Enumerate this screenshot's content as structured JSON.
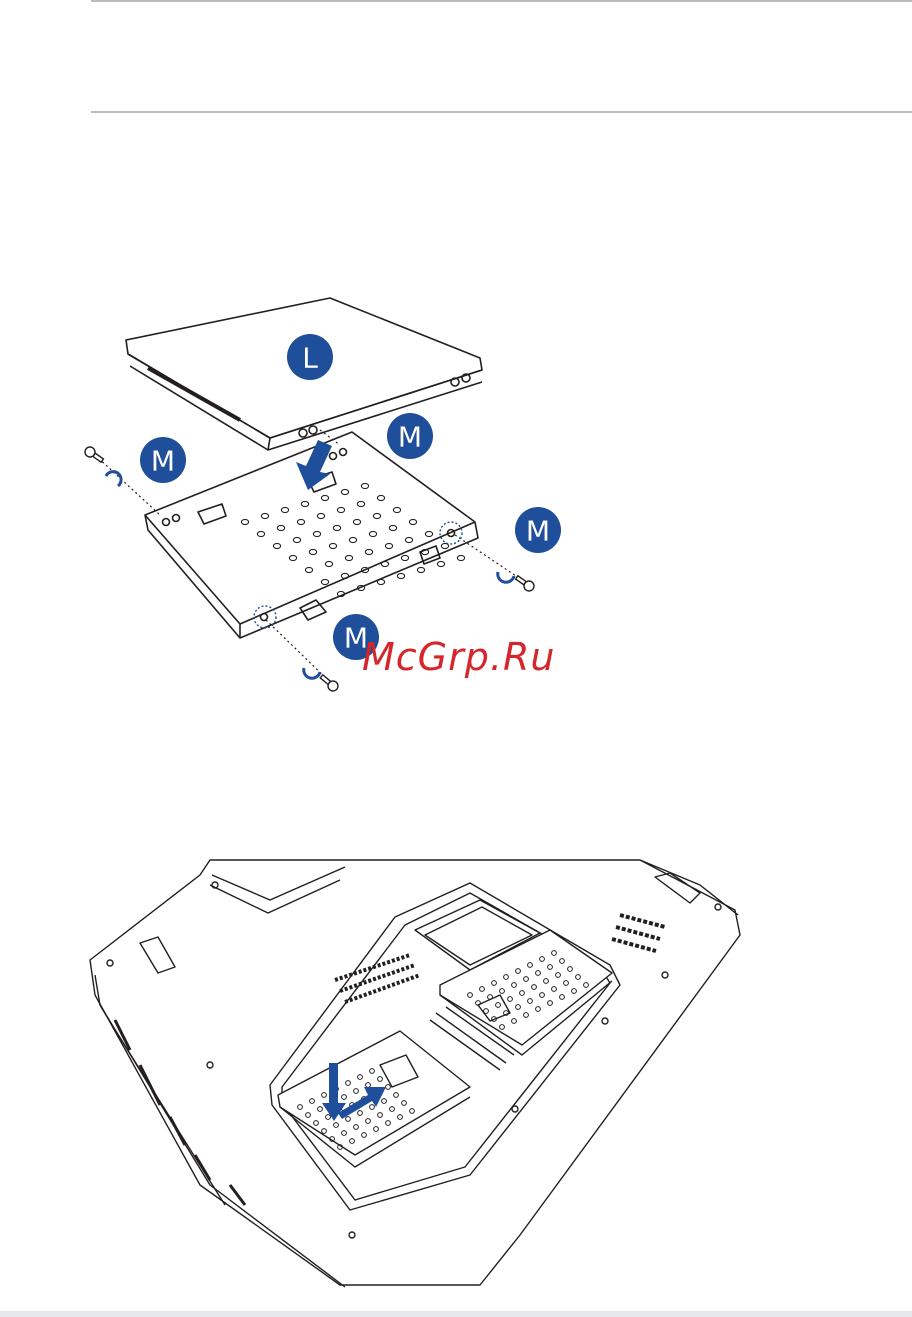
{
  "colors": {
    "accent_blue": "#1f4e9a",
    "line": "#231f20",
    "rule": "#b9bcc0",
    "watermark": "#d5262c"
  },
  "figure_exploded": {
    "drive_label": "L",
    "screw_label": "M"
  },
  "figure_install": {
    "arrow_icon": "insert-arrow-icon"
  },
  "watermark": {
    "text": "McGrp.Ru"
  }
}
